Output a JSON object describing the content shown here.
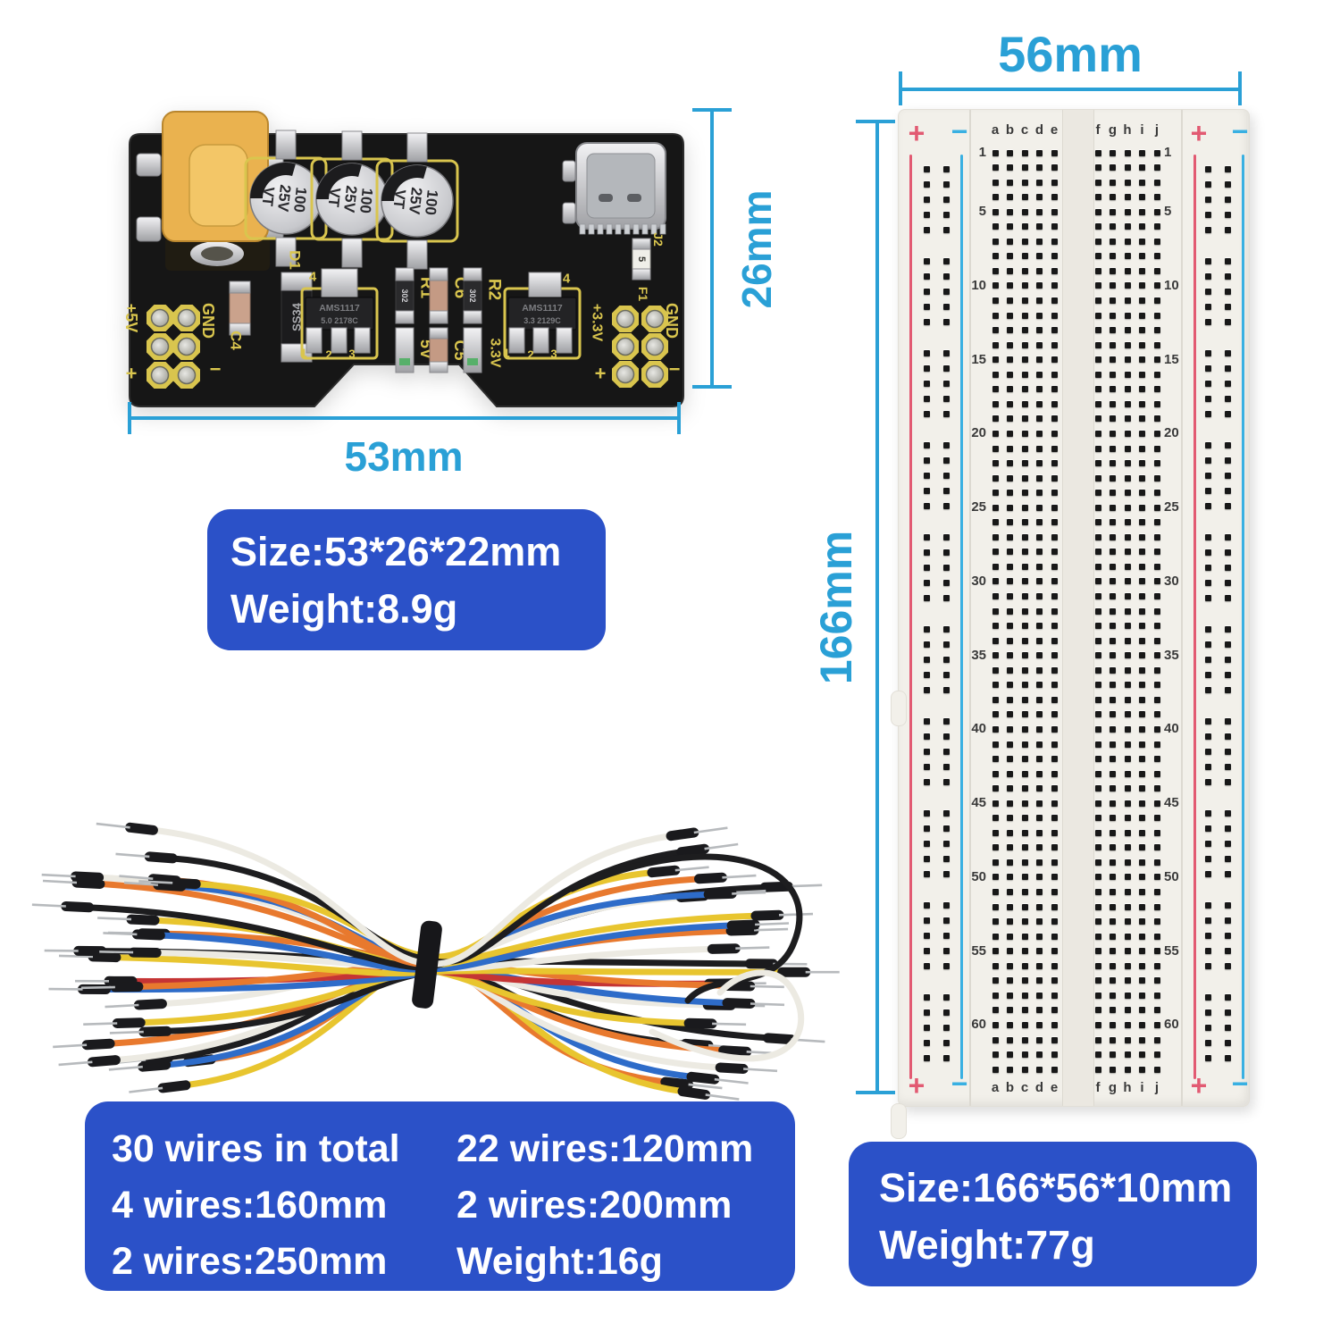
{
  "colors": {
    "accent": "#2aa0d6",
    "box_blue": "#2b51c8",
    "silk": "#d9c54e",
    "pcb_black": "#161616",
    "jack_yellow": "#eab24f",
    "rail_red": "#e25a72",
    "rail_blue": "#39b0e2",
    "board_white": "#f2f0ea",
    "hole_black": "#181818",
    "wire_cap": "#1a1a1d",
    "wire_pin": "#b7babd"
  },
  "power_module": {
    "dim_width": "53mm",
    "dim_height": "26mm",
    "cap_lines": [
      "100",
      "25V",
      "VT"
    ],
    "labels": {
      "d1": "D1",
      "c4": "C4",
      "ss34": "SS34",
      "res_code": "302",
      "r1": "R1",
      "c6": "C6",
      "r2": "R2",
      "c5": "C5",
      "led5": "5V",
      "led33": "3.3V",
      "chip1_name": "AMS1117",
      "chip1_code": "5.0 2178C",
      "chip2_name": "AMS1117",
      "chip2_code": "3.3 2129C",
      "pin4": "4",
      "pin1": "1",
      "pin2": "2",
      "pin3": "3",
      "j2": "J2",
      "f1": "F1",
      "fuse": "5",
      "hdr_left_v": "+5V",
      "hdr_left_gnd": "GND",
      "hdr_right_v": "+3.3V",
      "hdr_right_gnd": "GND",
      "plus": "+",
      "minus": "−"
    }
  },
  "breadboard": {
    "dim_width": "56mm",
    "dim_height": "166mm",
    "letters_left": [
      "a",
      "b",
      "c",
      "d",
      "e"
    ],
    "letters_right": [
      "f",
      "g",
      "h",
      "i",
      "j"
    ],
    "rows": 63,
    "numbered_rows": [
      1,
      5,
      10,
      15,
      20,
      25,
      30,
      35,
      40,
      45,
      50,
      55,
      60
    ],
    "plus": "+",
    "minus": "−"
  },
  "info_boxes": {
    "module": {
      "line1": "Size:53*26*22mm",
      "line2": "Weight:8.9g"
    },
    "wires": {
      "col1": [
        "30 wires in total",
        "4 wires:160mm",
        "2 wires:250mm"
      ],
      "col2": [
        "22 wires:120mm",
        "2 wires:200mm",
        "Weight:16g"
      ]
    },
    "breadboard": {
      "line1": "Size:166*56*10mm",
      "line2": "Weight:77g"
    }
  },
  "wire_colors": [
    "#e8792e",
    "#e8c52f",
    "#2e6cc9",
    "#1d1d1f",
    "#eceae2",
    "#e8792e",
    "#1d1d1f",
    "#e8c52f",
    "#eceae2",
    "#2e6cc9",
    "#c53434",
    "#e8792e",
    "#e8c52f",
    "#1d1d1f",
    "#eceae2",
    "#e8792e",
    "#2e6cc9",
    "#e8c52f",
    "#1d1d1f",
    "#e8792e",
    "#eceae2",
    "#2e6cc9",
    "#e8792e",
    "#e8c52f",
    "#1d1d1f",
    "#eceae2"
  ]
}
